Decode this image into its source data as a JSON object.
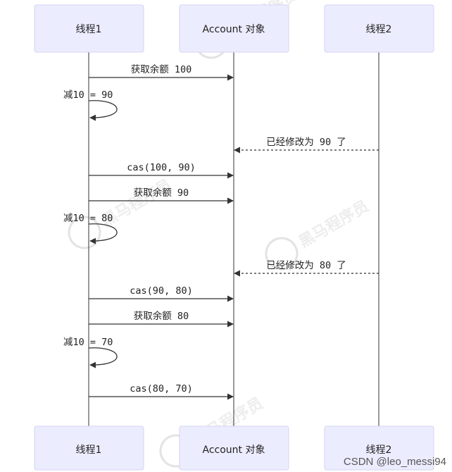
{
  "participants": [
    {
      "id": "t1",
      "label": "线程1"
    },
    {
      "id": "acc",
      "label": "Account 对象"
    },
    {
      "id": "t2",
      "label": "线程2"
    }
  ],
  "messages": [
    {
      "from": "t1",
      "to": "acc",
      "text": "获取余额 100",
      "style": "solid"
    },
    {
      "from": "t1",
      "to": "t1",
      "text": "减10 = 90",
      "style": "self"
    },
    {
      "from": "t2",
      "to": "acc",
      "text": "已经修改为 90 了",
      "style": "dashed"
    },
    {
      "from": "t1",
      "to": "acc",
      "text": "cas(100, 90)",
      "style": "solid"
    },
    {
      "from": "t1",
      "to": "acc",
      "text": "获取余额 90",
      "style": "solid"
    },
    {
      "from": "t1",
      "to": "t1",
      "text": "减10 = 80",
      "style": "self"
    },
    {
      "from": "t2",
      "to": "acc",
      "text": "已经修改为 80 了",
      "style": "dashed"
    },
    {
      "from": "t1",
      "to": "acc",
      "text": "cas(90, 80)",
      "style": "solid"
    },
    {
      "from": "t1",
      "to": "acc",
      "text": "获取余额 80",
      "style": "solid"
    },
    {
      "from": "t1",
      "to": "t1",
      "text": "减10 = 70",
      "style": "self"
    },
    {
      "from": "t1",
      "to": "acc",
      "text": "cas(80, 70)",
      "style": "solid"
    }
  ],
  "watermark": "黑马程序员",
  "credit": "CSDN @leo_messi94",
  "colors": {
    "actor_fill": "#ececff",
    "actor_stroke": "#d3d3f0",
    "line": "#333333"
  }
}
